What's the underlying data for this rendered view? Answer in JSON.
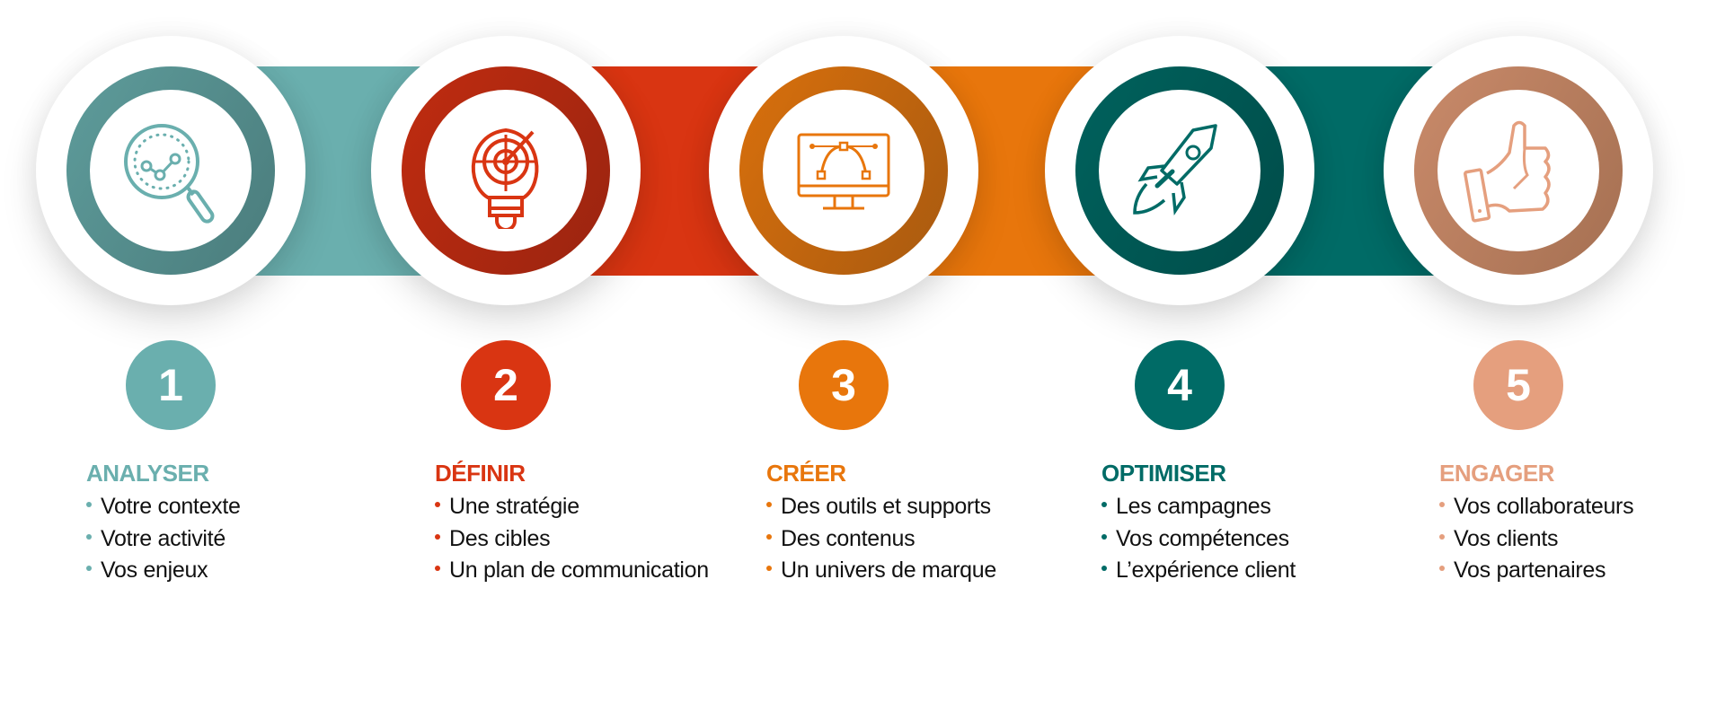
{
  "steps": [
    {
      "number": "1",
      "title": "ANALYSER",
      "icon": "magnifier-chart-icon",
      "color": "#6aafae",
      "ring": [
        "#5e9c9b",
        "#4a7c7c"
      ],
      "items": [
        "Votre contexte",
        "Votre activité",
        "Vos enjeux"
      ]
    },
    {
      "number": "2",
      "title": "DÉFINIR",
      "icon": "target-bulb-icon",
      "color": "#d93512",
      "ring": [
        "#c02c10",
        "#9a2410"
      ],
      "items": [
        "Une stratégie",
        "Des cibles",
        "Un plan de communication"
      ]
    },
    {
      "number": "3",
      "title": "CRÉER",
      "icon": "monitor-bezier-icon",
      "color": "#e8760c",
      "ring": [
        "#d9700c",
        "#a85a10"
      ],
      "items": [
        "Des outils et supports",
        "Des contenus",
        "Un univers de marque"
      ]
    },
    {
      "number": "4",
      "title": "OPTIMISER",
      "icon": "rocket-icon",
      "color": "#006b66",
      "ring": [
        "#00625d",
        "#004c49"
      ],
      "items": [
        "Les campagnes",
        "Vos compétences",
        "L’expérience client"
      ]
    },
    {
      "number": "5",
      "title": "ENGAGER",
      "icon": "thumbs-up-icon",
      "color": "#e59f7e",
      "ring": [
        "#c98a6a",
        "#a57052"
      ],
      "items": [
        "Vos collaborateurs",
        "Vos clients",
        "Vos partenaires"
      ]
    }
  ]
}
